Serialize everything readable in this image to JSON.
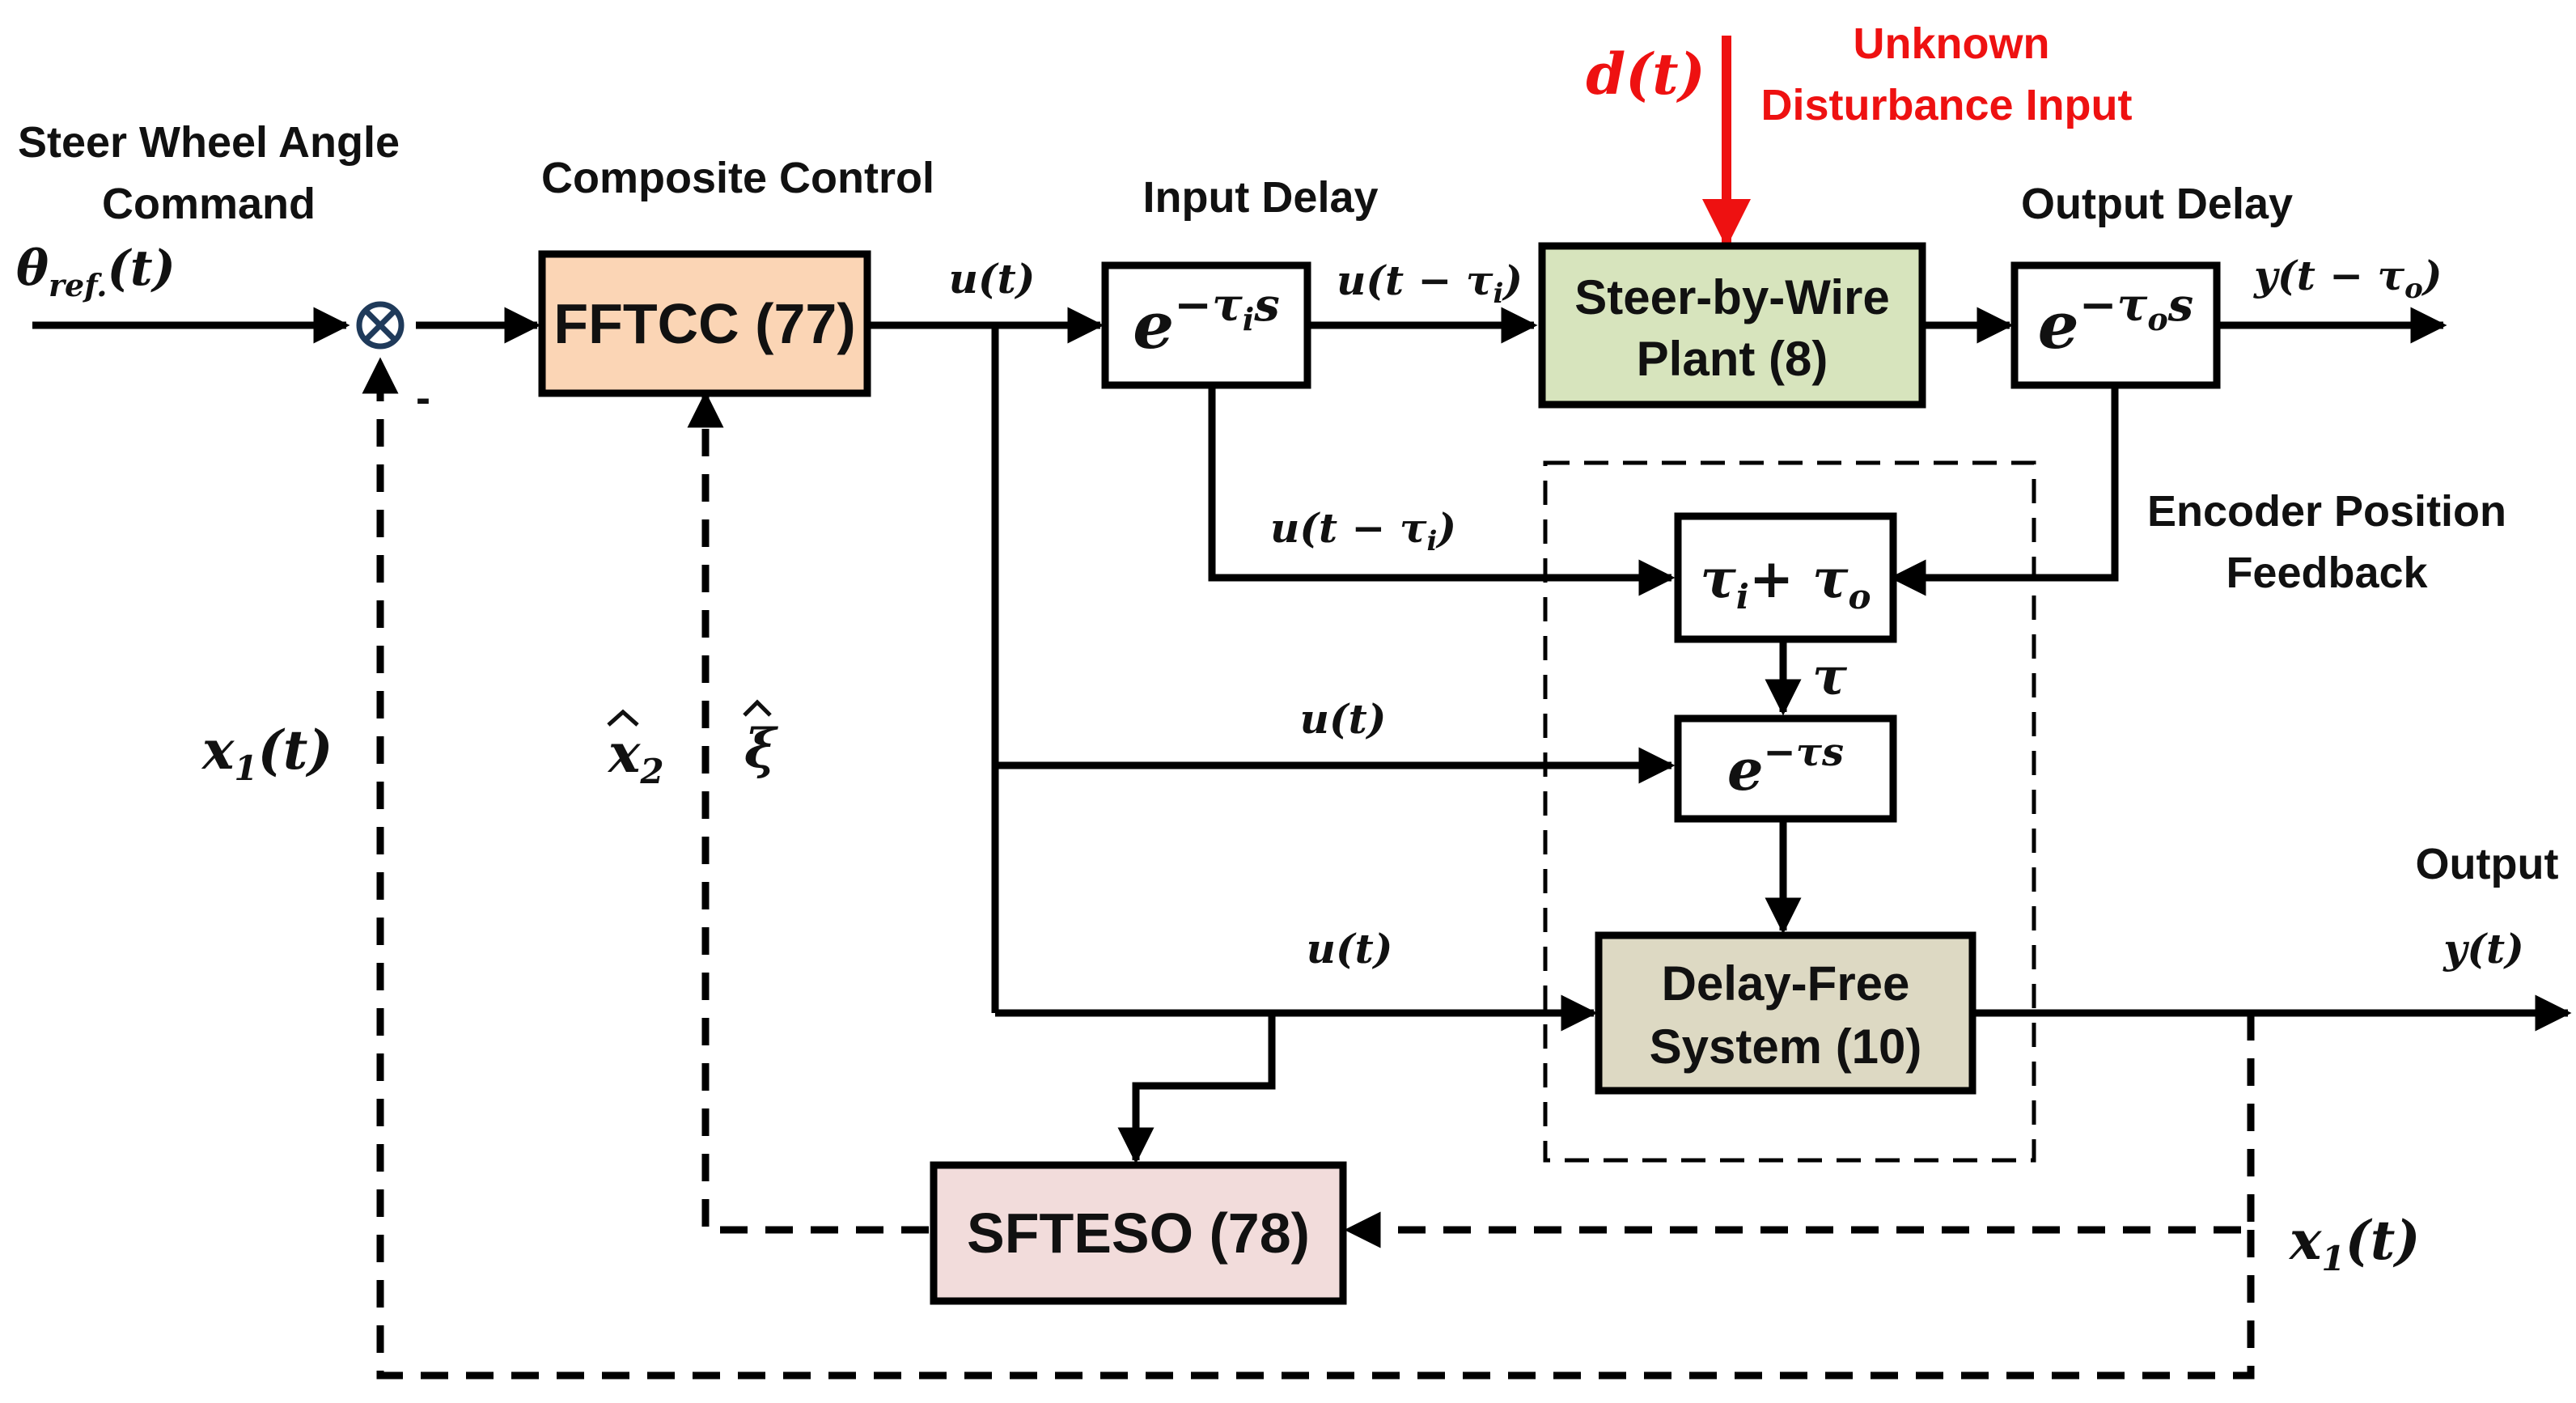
{
  "labels": {
    "steer_cmd_line1": "Steer Wheel Angle",
    "steer_cmd_line2": "Command",
    "theta_ref": "θ",
    "theta_ref_sub": "ref.",
    "theta_ref_arg": "(t)",
    "composite_control": "Composite Control",
    "input_delay": "Input Delay",
    "output_delay": "Output Delay",
    "disturbance_symbol": "d(t)",
    "disturbance_line1": "Unknown",
    "disturbance_line2": "Disturbance Input",
    "encoder_line1": "Encoder Position",
    "encoder_line2": "Feedback",
    "output_title": "Output",
    "minus_sign": "-"
  },
  "blocks": {
    "fftcc": "FFTCC (77)",
    "input_delay_base": "e",
    "input_delay_exp": "−τ",
    "input_delay_exp_sub": "i",
    "input_delay_exp_s": "s",
    "plant_line1": "Steer-by-Wire",
    "plant_line2": "Plant (8)",
    "output_delay_base": "e",
    "output_delay_exp": "−τ",
    "output_delay_exp_sub": "o",
    "output_delay_exp_s": "s",
    "sum_tau_a": "τ",
    "sum_tau_a_sub": "i",
    "sum_tau_plus": "+ τ",
    "sum_tau_b_sub": "o",
    "pred_delay_base": "e",
    "pred_delay_exp": "−τs",
    "delay_free_line1": "Delay-Free",
    "delay_free_line2": "System (10)",
    "sfteso": "SFTESO (78)"
  },
  "signals": {
    "u_t_top": "u(t)",
    "u_delayed_top": "u(t − τ",
    "u_delayed_top_sub": "i",
    "u_delayed_top_close": ")",
    "y_delayed": "y(t − τ",
    "y_delayed_sub": "o",
    "y_delayed_close": ")",
    "u_delayed_mid": "u(t − τ",
    "u_delayed_mid_sub": "i",
    "u_delayed_mid_close": ")",
    "tau": "τ",
    "u_t_mid": "u(t)",
    "u_t_low": "u(t)",
    "y_t": "y(t)",
    "x1_left": "x",
    "x1_left_sub": "1",
    "x1_left_arg": "(t)",
    "x1_right": "x",
    "x1_right_sub": "1",
    "x1_right_arg": "(t)",
    "x2_hat": "x",
    "x2_hat_sub": "2",
    "xi_hat": "ξ"
  },
  "colors": {
    "fftcc_fill": "#fbd5b5",
    "plant_fill": "#d7e4bd",
    "delay_free_fill": "#ddd9c3",
    "sfteso_fill": "#f2dcdb",
    "disturbance": "#ee1111",
    "summing_junction": "#1f3a5a"
  }
}
